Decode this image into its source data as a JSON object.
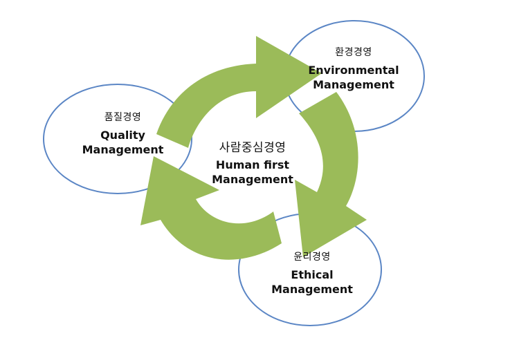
{
  "colors": {
    "ellipse_stroke": "#5b86c5",
    "ellipse_fill": "#ffffff",
    "arrow_fill": "#9bbb59",
    "text": "#111111"
  },
  "center": {
    "ko": "사람중심경영",
    "en_line1": "Human first",
    "en_line2": "Management"
  },
  "nodes": {
    "quality": {
      "ko": "품질경영",
      "en_line1": "Quality",
      "en_line2": "Management"
    },
    "environmental": {
      "ko": "환경경영",
      "en_line1": "Environmental",
      "en_line2": "Management"
    },
    "ethical": {
      "ko": "윤리경영",
      "en_line1": "Ethical",
      "en_line2": "Management"
    }
  }
}
